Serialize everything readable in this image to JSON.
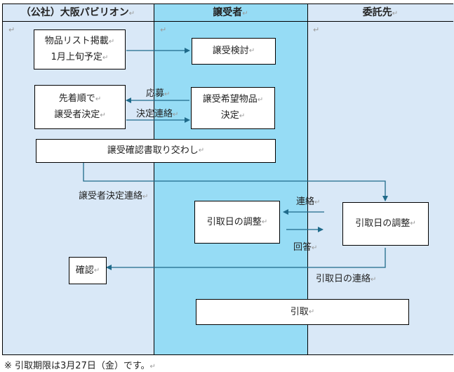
{
  "diagram": {
    "lanes": [
      {
        "id": "osaka-pavilion",
        "title": "（公社）大阪パビリオン"
      },
      {
        "id": "transferee",
        "title": "譲受者"
      },
      {
        "id": "contractor",
        "title": "委託先"
      }
    ],
    "return_mark": "↵",
    "colors": {
      "side_lane": "#d9e8f7",
      "middle_lane": "#96dcf5",
      "arrow": "#1f6a8a",
      "box_fill": "#ffffff"
    },
    "boxes": {
      "item_list": {
        "line1": "物品リスト掲載",
        "line2": "1月上旬予定"
      },
      "consider": {
        "line1": "譲受検討"
      },
      "first_come": {
        "line1": "先着順で",
        "line2": "譲受者決定"
      },
      "desired_items": {
        "line1": "譲受希望物品",
        "line2": "決定"
      },
      "exchange_confirm": {
        "line1": "譲受確認書取り交わし"
      },
      "adjust_date_transferee": {
        "line1": "引取日の調整"
      },
      "adjust_date_contractor": {
        "line1": "引取日の調整"
      },
      "confirm": {
        "line1": "確認"
      },
      "pickup": {
        "line1": "引取"
      }
    },
    "labels": {
      "apply": "応募",
      "decision_notice": "決定連絡",
      "transferee_decision_notice": "譲受者決定連絡",
      "contact": "連絡",
      "reply": "回答",
      "pickup_date_notice": "引取日の連絡"
    },
    "footnote": "※ 引取期限は3月27日（金）です。"
  }
}
